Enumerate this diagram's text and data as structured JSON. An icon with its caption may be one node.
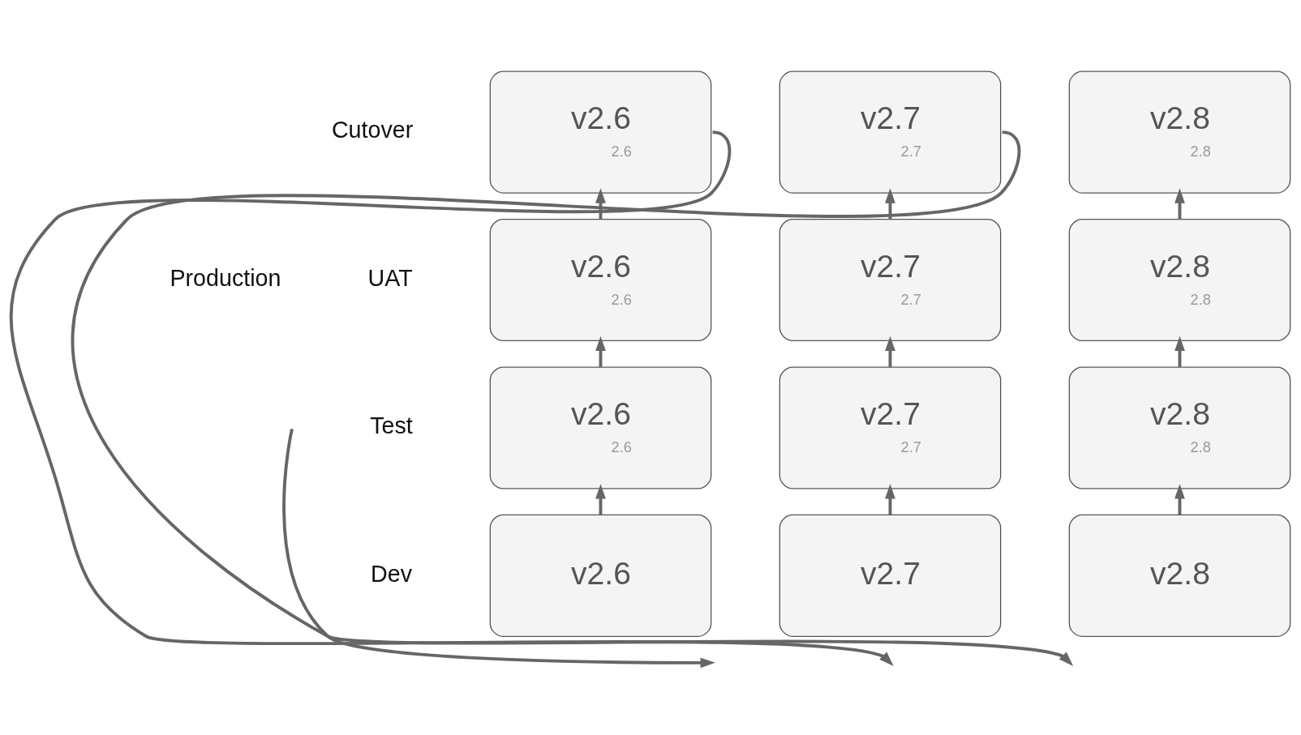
{
  "diagram": {
    "nodes": [
      {
        "text": [
          "v2.6",
          "2.6"
        ]
      },
      {
        "text": [
          "v2.7",
          "2.7"
        ]
      },
      {
        "text": [
          "v2.8",
          "2.8"
        ]
      },
      {
        "text": [
          "v2.6",
          "2.6"
        ]
      },
      {
        "text": [
          "v2.7",
          "2.7"
        ]
      },
      {
        "text": [
          "v2.8",
          "2.8"
        ]
      },
      {
        "text": [
          "v2.6",
          "2.6"
        ]
      },
      {
        "text": [
          "v2.7",
          "2.7"
        ]
      },
      {
        "text": [
          "v2.8",
          "2.8"
        ]
      },
      {
        "text": [
          "v2.6"
        ]
      },
      {
        "text": [
          "v2.7"
        ]
      },
      {
        "text": [
          "v2.8"
        ]
      }
    ],
    "edges": [
      {
        "from": 3,
        "to": 0,
        "arrow": "to"
      },
      {
        "from": 4,
        "to": 1,
        "arrow": "to"
      },
      {
        "from": 5,
        "to": 2,
        "arrow": "to"
      },
      {
        "from": 6,
        "to": 3,
        "arrow": "to"
      },
      {
        "from": 7,
        "to": 4,
        "arrow": "to"
      },
      {
        "from": 8,
        "to": 5,
        "arrow": "to"
      },
      {
        "from": 9,
        "to": 6,
        "arrow": "to"
      },
      {
        "from": 10,
        "to": 7,
        "arrow": "to"
      },
      {
        "from": 11,
        "to": 8,
        "arrow": "to"
      },
      {
        "from": 0,
        "to": null,
        "arrow": "to"
      },
      {
        "from": 1,
        "to": null,
        "arrow": "to"
      }
    ],
    "labels": [
      "Production",
      "Cutover",
      "UAT",
      "Test",
      "Dev"
    ]
  }
}
